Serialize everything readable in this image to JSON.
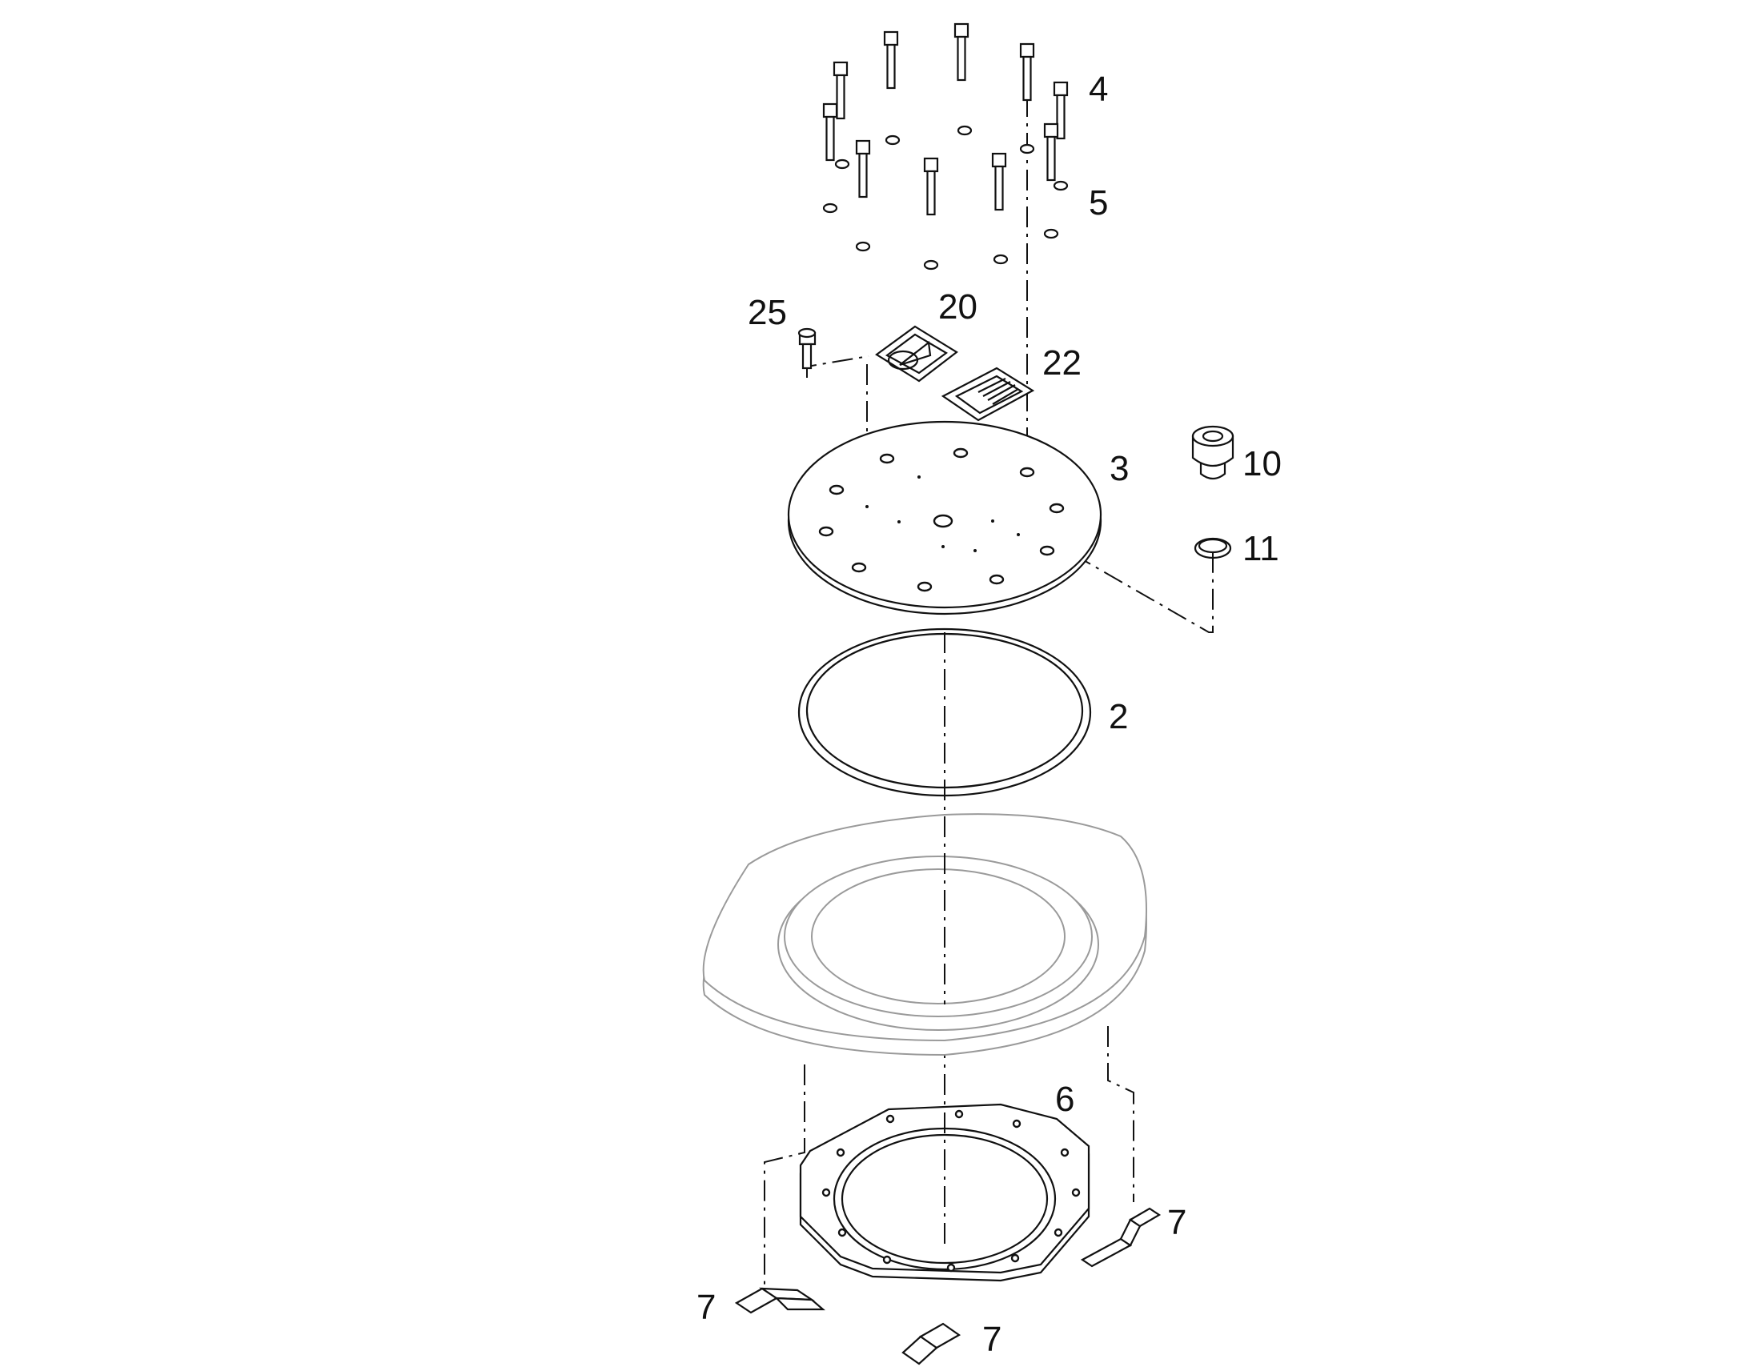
{
  "callouts": {
    "bolts": "4",
    "washers": "5",
    "plug": "25",
    "label_20": "20",
    "label_22": "22",
    "cover_plate": "3",
    "cap": "10",
    "snap_ring": "11",
    "o_ring": "2",
    "flange_ring": "6",
    "clip_right": "7",
    "clip_left": "7",
    "clip_bottom": "7"
  },
  "colors": {
    "line": "#111111",
    "ghost_part": "#9a9a9a",
    "background": "#ffffff"
  }
}
